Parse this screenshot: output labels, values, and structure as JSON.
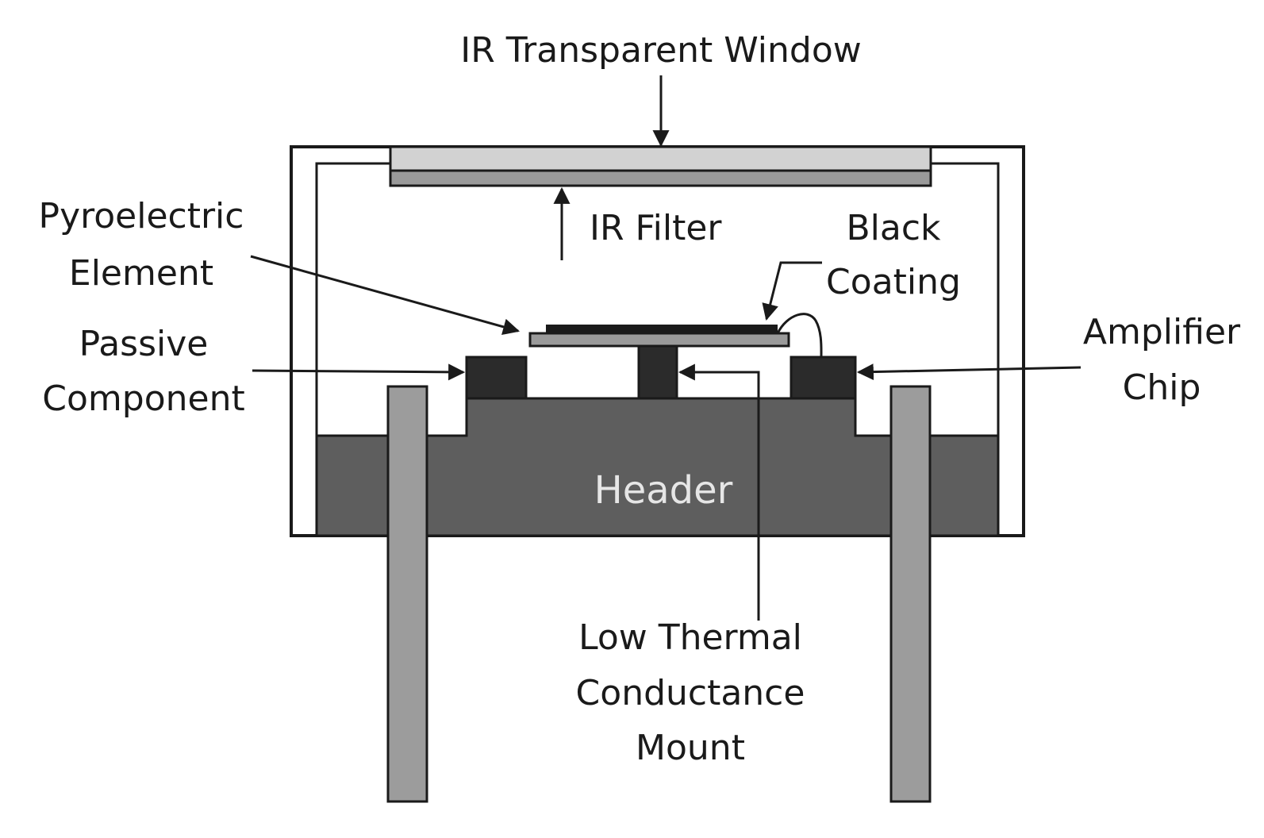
{
  "colors": {
    "background": "#ffffff",
    "outline": "#1a1a1a",
    "header": "#5e5e5e",
    "pin": "#9c9c9c",
    "filter": "#9a9a9a",
    "window": "#d2d2d2",
    "dark_component": "#2b2b2b",
    "header_text": "#e6e6e6"
  },
  "labels": {
    "ir_window": "IR Transparent Window",
    "ir_filter": "IR Filter",
    "pyro_line1": "Pyroelectric",
    "pyro_line2": "Element",
    "black_line1": "Black",
    "black_line2": "Coating",
    "passive_line1": "Passive",
    "passive_line2": "Component",
    "amp_line1": "Amplifier",
    "amp_line2": "Chip",
    "header": "Header",
    "mount_line1": "Low Thermal",
    "mount_line2": "Conductance",
    "mount_line3": "Mount"
  }
}
